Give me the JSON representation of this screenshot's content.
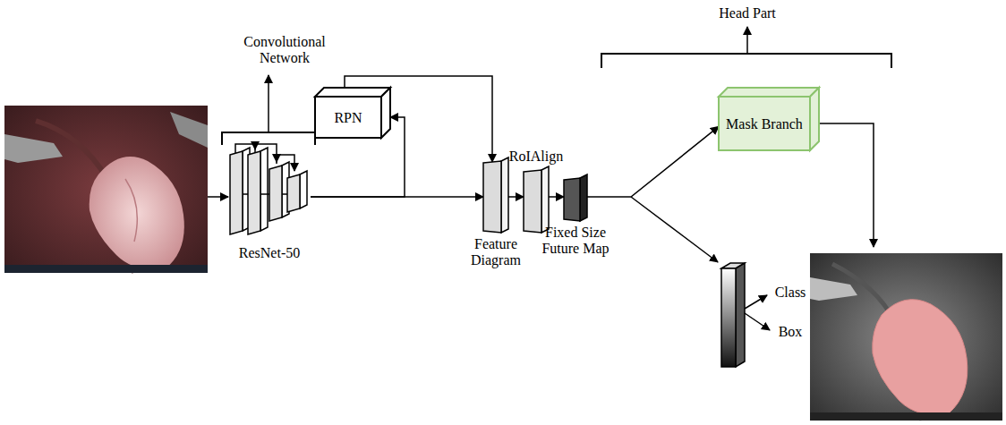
{
  "diagram": {
    "nodes": [
      {
        "text": [
          "ResNet-50"
        ]
      },
      {
        "text": [
          "RPN"
        ]
      },
      {
        "text": [
          "Feature Diagram"
        ]
      },
      {
        "text": [
          "RoIAlign"
        ]
      },
      {
        "text": [
          "Fixed Size Future Map"
        ]
      },
      {
        "text": [
          "Mask Branch"
        ]
      }
    ],
    "edges": [
      {
        "from": 0,
        "to": 2,
        "arrow": "to"
      },
      {
        "from": 0,
        "to": 1,
        "arrow": "to"
      },
      {
        "from": 1,
        "to": 2,
        "arrow": "to"
      },
      {
        "from": 2,
        "to": 3,
        "arrow": "to"
      },
      {
        "from": 3,
        "to": 4,
        "arrow": "to"
      },
      {
        "from": 4,
        "to": 5,
        "arrow": "to"
      }
    ],
    "labels": [
      "Convolutional Network",
      "Head Part",
      "Class",
      "Box"
    ]
  }
}
